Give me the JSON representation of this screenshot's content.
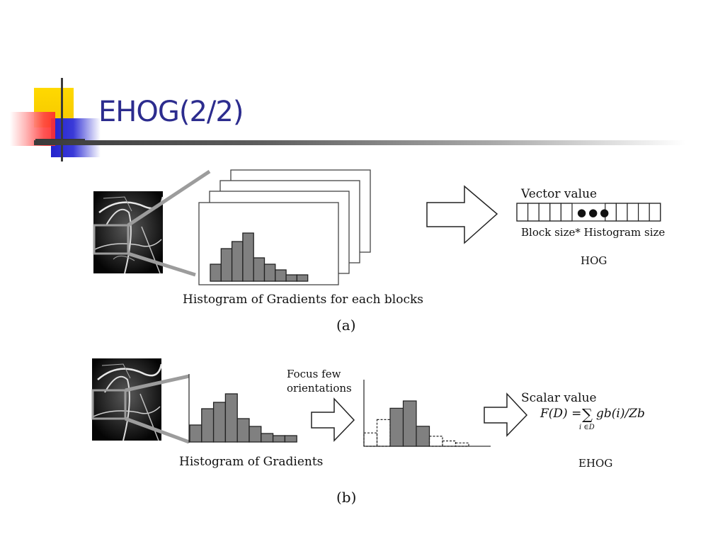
{
  "slide": {
    "title": "EHOG(2/2)"
  },
  "panel_a": {
    "blocks_caption": "Histogram of Gradients for each blocks",
    "vector_label": "Vector value",
    "vector_dots": "●●●",
    "vector_size_label": "Block size* Histogram size",
    "method_label": "HOG",
    "panel_label": "(a)",
    "histogram_values": [
      24,
      46,
      56,
      68,
      33,
      24,
      16,
      9,
      9
    ]
  },
  "panel_b": {
    "focus_label_line1": "Focus few",
    "focus_label_line2": "orientations",
    "histogram_caption": "Histogram of Gradients",
    "scalar_label": "Scalar value",
    "formula_lhs": "F(D) = ",
    "formula_sum": "∑",
    "formula_body": "gb(i)/Zb",
    "formula_index": "i ∈D",
    "method_label": "EHOG",
    "panel_label": "(b)",
    "histogram_values": [
      24,
      47,
      56,
      68,
      33,
      22,
      12,
      9,
      9
    ],
    "focused_values": [
      20,
      40,
      57,
      68,
      30,
      15,
      8,
      5
    ]
  },
  "icons": {
    "arrow": "right-arrow-icon"
  }
}
